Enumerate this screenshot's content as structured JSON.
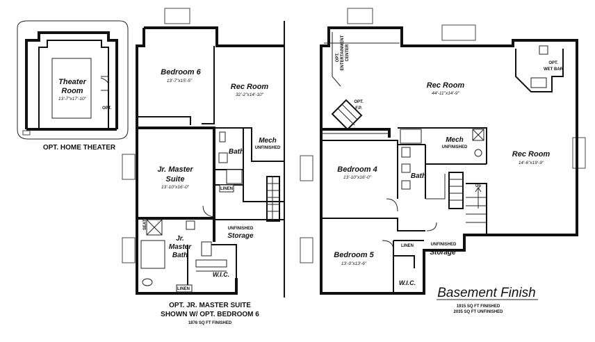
{
  "theater": {
    "name": "Theater Room",
    "name_line1": "Theater",
    "name_line2": "Room",
    "dims": "13'-7\"x17'-10\"",
    "opt_label": "OPT.",
    "caption": "OPT. HOME THEATER"
  },
  "left_plan": {
    "bedroom6": {
      "name": "Bedroom 6",
      "dims": "13'-7\"x15'-5\""
    },
    "rec_room": {
      "name": "Rec Room",
      "dims": "32'-2\"x14'-10\""
    },
    "jr_master_suite": {
      "line1": "Jr. Master",
      "line2": "Suite",
      "dims": "13'-10\"x16'-0\""
    },
    "bath": {
      "name": "Bath"
    },
    "mech": {
      "name": "Mech",
      "note": "UNFINISHED"
    },
    "linen": {
      "name": "LINEN"
    },
    "storage": {
      "note": "UNFINISHED",
      "name": "Storage"
    },
    "jr_master_bath": {
      "line1": "Jr.",
      "line2": "Master",
      "line3": "Bath"
    },
    "seat": {
      "name": "SEAT"
    },
    "wic": {
      "name": "W.I.C."
    },
    "linen2": {
      "name": "LINEN"
    },
    "caption_line1": "OPT. JR. MASTER SUITE",
    "caption_line2": "SHOWN W/ OPT. BEDROOM 6",
    "sqft": "1876 SQ FT FINISHED"
  },
  "right_plan": {
    "entertainment": {
      "line1": "OPT.",
      "line2": "ENTERTAINMENT",
      "line3": "CENTER"
    },
    "fireplace": {
      "line1": "OPT.",
      "line2": "F.P."
    },
    "rec_room_top": {
      "name": "Rec Room",
      "dims": "44'-11\"x14'-9\""
    },
    "wet_bar": {
      "line1": "OPT.",
      "line2": "WET BAR"
    },
    "rec_room_right": {
      "name": "Rec Room",
      "dims": "14'-6\"x19'-9\""
    },
    "bedroom4": {
      "name": "Bedroom 4",
      "dims": "13'-10\"x16'-0\""
    },
    "mech": {
      "name": "Mech",
      "note": "UNFINISHED"
    },
    "bath": {
      "name": "Bath"
    },
    "up": {
      "name": "Up"
    },
    "bedroom5": {
      "name": "Bedroom 5",
      "dims": "13'-0\"x13'-6\""
    },
    "linen": {
      "name": "LINEN"
    },
    "storage": {
      "note": "UNFINISHED",
      "name": "Storage"
    },
    "wic": {
      "name": "W.I.C."
    },
    "title": "Basement Finish",
    "sqft_finished": "1915 SQ FT FINISHED",
    "sqft_unfinished": "2035 SQ FT UNFINISHED"
  },
  "colors": {
    "ink": "#111111",
    "paper": "#ffffff"
  }
}
